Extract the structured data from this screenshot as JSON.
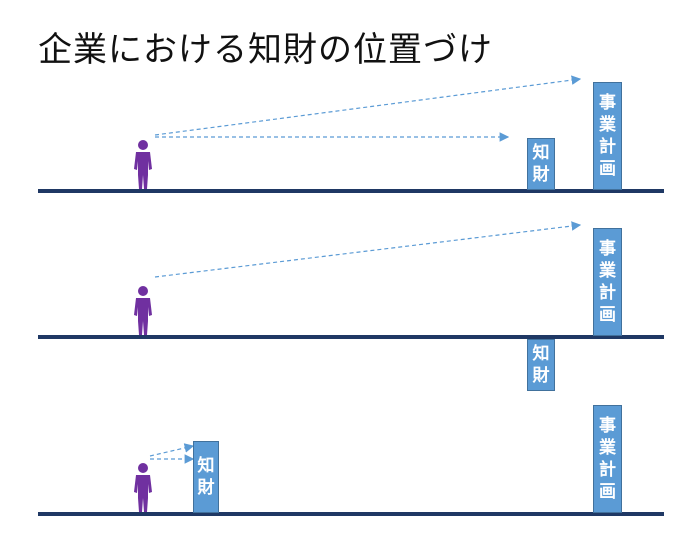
{
  "title": "企業における知財の位置づけ",
  "labels": {
    "ip": [
      "知",
      "財"
    ],
    "business_plan": [
      "事",
      "業",
      "計",
      "画"
    ]
  },
  "colors": {
    "ground": "#1f3864",
    "person": "#7030a0",
    "box": "#5b9bd5",
    "arrow": "#5b9bd5"
  }
}
